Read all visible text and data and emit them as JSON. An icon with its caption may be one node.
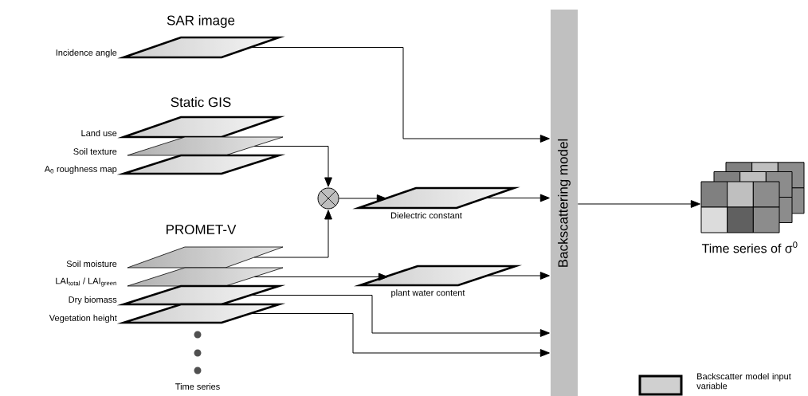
{
  "diagram": {
    "nodes": [
      {
        "text": [
          "Incidence angle"
        ]
      },
      {
        "text": [
          "Land use"
        ]
      },
      {
        "text": [
          "Soil texture"
        ]
      },
      {
        "text": [
          "A$_{0}$ roughness map"
        ]
      },
      {
        "text": [
          "Soil moisture"
        ]
      },
      {
        "text": [
          "LAI$_{total}$ / LAI$_{green}$"
        ]
      },
      {
        "text": [
          "Dry biomass"
        ]
      },
      {
        "text": [
          "Vegetation height"
        ]
      },
      {
        "text": [],
        "shape": "circle"
      },
      {
        "text": [
          "Dielectric constant"
        ]
      },
      {
        "text": [
          "plant water content"
        ]
      },
      {
        "text": [
          "Backscattering model"
        ]
      },
      {
        "text": [
          "Time series of σ$^{0}$"
        ]
      }
    ],
    "edges": [
      {
        "from": 0,
        "to": 11,
        "arrow": "to"
      },
      {
        "from": 2,
        "to": 8,
        "arrow": "to"
      },
      {
        "from": 4,
        "to": 8,
        "arrow": "to"
      },
      {
        "from": 8,
        "to": 9,
        "arrow": "to"
      },
      {
        "from": 9,
        "to": 11,
        "arrow": "to"
      },
      {
        "from": 5,
        "to": 10,
        "arrow": "to"
      },
      {
        "from": 10,
        "to": 11,
        "arrow": "to"
      },
      {
        "from": 6,
        "to": 11,
        "arrow": "to"
      },
      {
        "from": 7,
        "to": 11,
        "arrow": "to"
      },
      {
        "from": 11,
        "to": 12,
        "arrow": "to"
      }
    ],
    "labels": [
      "SAR image",
      "Static GIS",
      "PROMET-V",
      "Time series"
    ],
    "legend": [
      {
        "text": "Backscatter model input variable"
      }
    ]
  }
}
